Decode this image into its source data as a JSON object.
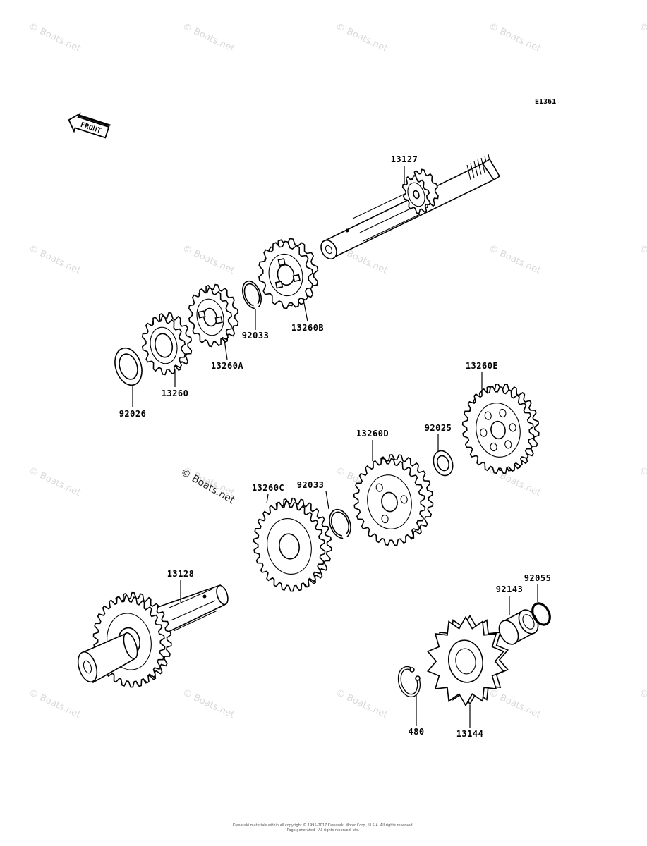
{
  "diagram": {
    "reference_code": "E1361",
    "front_label": "FRONT",
    "watermark_text": "© Boats.net",
    "copyright_lines": [
      "Kawasaki materials within all copyright © 1995-2017 Kawasaki Motor Corp., U.S.A. All rights reserved.",
      "Page generated - All rights reserved, etc."
    ],
    "parts": [
      {
        "id": "p13127",
        "number": "13127",
        "name": "output shaft"
      },
      {
        "id": "p13260B",
        "number": "13260B",
        "name": "gear"
      },
      {
        "id": "p92033a",
        "number": "92033",
        "name": "circlip"
      },
      {
        "id": "p13260A",
        "number": "13260A",
        "name": "gear"
      },
      {
        "id": "p13260",
        "number": "13260",
        "name": "gear"
      },
      {
        "id": "p92026",
        "number": "92026",
        "name": "washer"
      },
      {
        "id": "p13260E",
        "number": "13260E",
        "name": "gear"
      },
      {
        "id": "p92025",
        "number": "92025",
        "name": "washer"
      },
      {
        "id": "p13260D",
        "number": "13260D",
        "name": "gear"
      },
      {
        "id": "p92033b",
        "number": "92033",
        "name": "circlip"
      },
      {
        "id": "p13260C",
        "number": "13260C",
        "name": "gear"
      },
      {
        "id": "p13128",
        "number": "13128",
        "name": "drive shaft"
      },
      {
        "id": "p92055",
        "number": "92055",
        "name": "o-ring"
      },
      {
        "id": "p92143",
        "number": "92143",
        "name": "collar"
      },
      {
        "id": "p480",
        "number": "480",
        "name": "circlip"
      },
      {
        "id": "p13144",
        "number": "13144",
        "name": "sprocket"
      }
    ]
  }
}
